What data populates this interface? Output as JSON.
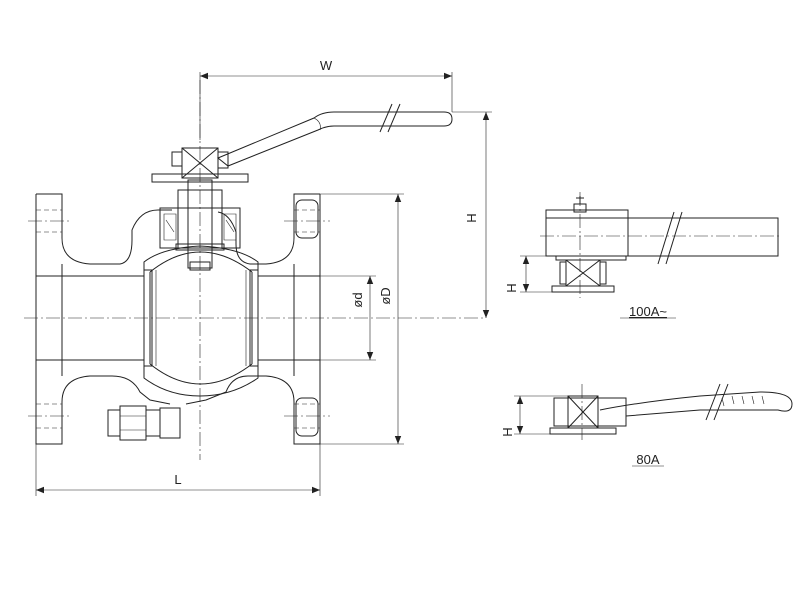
{
  "labels": {
    "width": "W",
    "height_main": "H",
    "bore": "ød",
    "flange_dia": "øD",
    "length": "L",
    "height_100a": "H",
    "height_80a": "H"
  },
  "captions": {
    "view_100a": "100A~",
    "view_80a": "80A"
  }
}
